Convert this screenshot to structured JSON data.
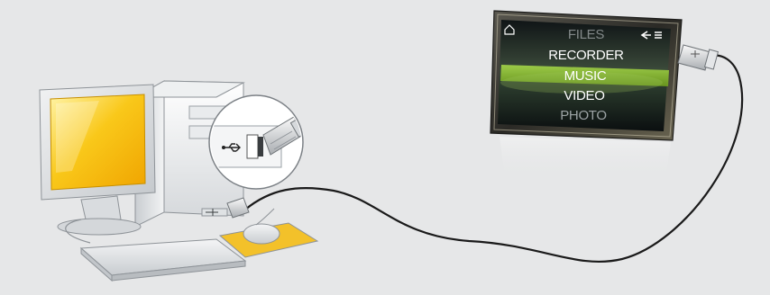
{
  "player": {
    "menu": {
      "items": [
        {
          "label": "FILES",
          "state": "faded"
        },
        {
          "label": "RECORDER",
          "state": "normal"
        },
        {
          "label": "MUSIC",
          "state": "selected"
        },
        {
          "label": "VIDEO",
          "state": "normal"
        },
        {
          "label": "PHOTO",
          "state": "dim"
        }
      ],
      "highlight_color": "#8cbf2a"
    },
    "icons": [
      "home-icon",
      "back-icon",
      "menu-list-icon"
    ]
  },
  "computer": {
    "monitor_screen_color": "#f7c20f",
    "mousepad_color": "#f3c12a"
  },
  "cable": {
    "connector": "usb",
    "usb_symbol_icon": "usb-symbol-icon"
  }
}
